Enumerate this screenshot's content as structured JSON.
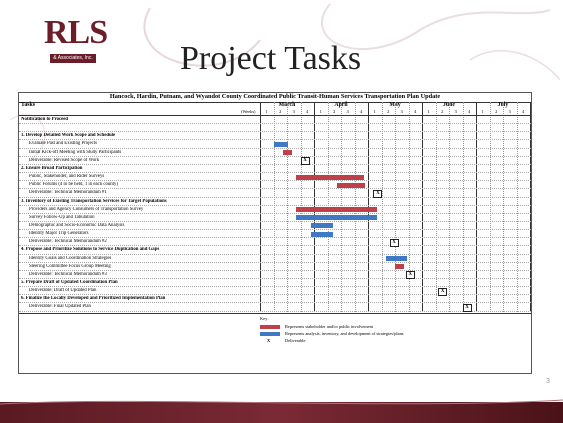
{
  "slide": {
    "title": "Project Tasks",
    "page_number": "3",
    "logo": {
      "text": "RLS",
      "subtext": "& Associates, Inc."
    },
    "colors": {
      "accent": "#6b1e2a",
      "stakeholder_bar": "#c0404a",
      "analysis_bar": "#3f79c6"
    }
  },
  "gantt": {
    "caption": "Hancock, Hardin, Putnam, and Wyandot County Coordinated Public Transit-Human Services Transportation Plan Update",
    "tasks_label": "Tasks",
    "weeks_label": "(Weeks)",
    "months": [
      {
        "name": "March",
        "weeks": [
          "1",
          "2",
          "3",
          "4"
        ]
      },
      {
        "name": "April",
        "weeks": [
          "1",
          "2",
          "3",
          "4"
        ]
      },
      {
        "name": "May",
        "weeks": [
          "1",
          "2",
          "3",
          "4"
        ]
      },
      {
        "name": "June",
        "weeks": [
          "1",
          "2",
          "3",
          "4"
        ]
      },
      {
        "name": "July",
        "weeks": [
          "1",
          "2",
          "3",
          "4"
        ]
      }
    ],
    "rows": [
      {
        "text": "Notification to Proceed",
        "kind": "sec"
      },
      {
        "text": "",
        "kind": "blank"
      },
      {
        "text": "1.  Develop Detailed Work Scope and Schedule",
        "kind": "sec"
      },
      {
        "text": "Evaluate Past and Existing Projects",
        "kind": "sub",
        "bars": [
          {
            "type": "analysis",
            "start": 1,
            "end": 2.1
          }
        ]
      },
      {
        "text": "Initial Kick-off Meeting with Study Participants",
        "kind": "sub",
        "bars": [
          {
            "type": "stakeholder",
            "start": 1.7,
            "end": 2.4
          }
        ]
      },
      {
        "text": "Deliverable:  Revised Scope of Work",
        "kind": "sub",
        "x": 3
      },
      {
        "text": "2.  Ensure Broad Participation",
        "kind": "sec"
      },
      {
        "text": "Public, Stakeholder, and Rider Surveys",
        "kind": "sub",
        "bars": [
          {
            "type": "stakeholder",
            "start": 2.7,
            "end": 7.7
          }
        ]
      },
      {
        "text": "Public Forums (4 to be held, 1 in each county)",
        "kind": "sub",
        "bars": [
          {
            "type": "stakeholder",
            "start": 5.7,
            "end": 7.8
          }
        ]
      },
      {
        "text": "Deliverable:  Technical Memorandum #1",
        "kind": "sub",
        "x": 8.4
      },
      {
        "text": "3.  Inventory of Existing Transportation Services for Target Populations",
        "kind": "sec"
      },
      {
        "text": "Providers and Agency Consumers of Transportation Survey",
        "kind": "sub",
        "bars": [
          {
            "type": "stakeholder",
            "start": 2.7,
            "end": 8.7
          }
        ]
      },
      {
        "text": "Survey Follow-Up and Tabulation",
        "kind": "sub",
        "bars": [
          {
            "type": "analysis",
            "start": 2.7,
            "end": 8.7
          }
        ]
      },
      {
        "text": "Demographic and Socio-Economic Data Analysis",
        "kind": "sub",
        "bars": [
          {
            "type": "analysis",
            "start": 3.8,
            "end": 5.4
          }
        ]
      },
      {
        "text": "Identify Major Trip Generators",
        "kind": "sub",
        "bars": [
          {
            "type": "analysis",
            "start": 3.8,
            "end": 5.4
          }
        ]
      },
      {
        "text": "Deliverable:  Technical Memorandum #2",
        "kind": "sub",
        "x": 9.6
      },
      {
        "text": "4.  Propose and Prioritize Solutions to Service Duplication and Gaps",
        "kind": "sec"
      },
      {
        "text": "Identify Goals and Coordination Strategies",
        "kind": "sub",
        "bars": [
          {
            "type": "analysis",
            "start": 9.3,
            "end": 10.9
          }
        ]
      },
      {
        "text": "Steering Committee Focus Group Meeting",
        "kind": "sub",
        "bars": [
          {
            "type": "stakeholder",
            "start": 10.0,
            "end": 10.7
          }
        ]
      },
      {
        "text": "Deliverable:  Technical Memorandum #3",
        "kind": "sub",
        "x": 10.8
      },
      {
        "text": "5.  Prepare Draft of Updated Coordination Plan",
        "kind": "sec"
      },
      {
        "text": "Deliverable: Draft of Updated Plan",
        "kind": "sub",
        "x": 13.2
      },
      {
        "text": "6.  Finalize the Locally Developed and Prioritized Implementation Plan",
        "kind": "sec"
      },
      {
        "text": "Deliverable: Final Updated Plan",
        "kind": "sub",
        "x": 15.0
      }
    ],
    "key": {
      "title": "Key:",
      "stakeholder": "Represents stakeholder and/or public involvement",
      "analysis": "Represents analysis, inventory, and development of strategies/plans",
      "deliverable_mark": "X",
      "deliverable": "Deliverable"
    }
  }
}
